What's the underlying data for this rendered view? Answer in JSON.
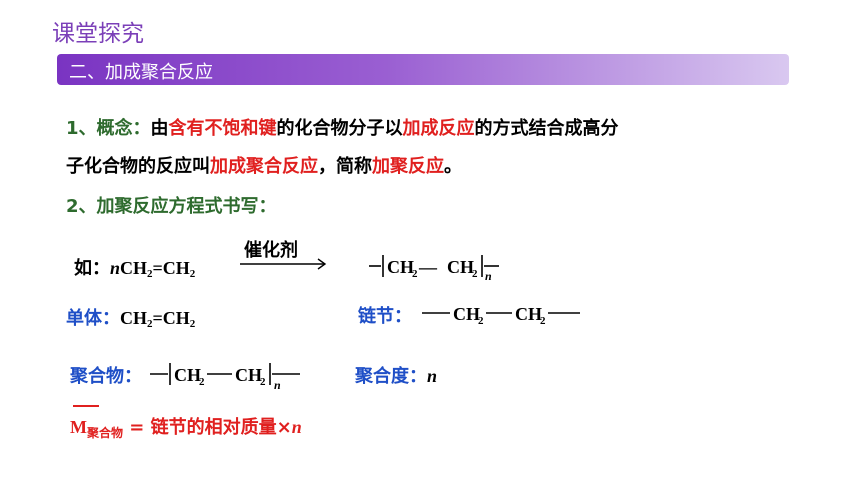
{
  "header": {
    "title": "课堂探究",
    "section": "二、加成聚合反应"
  },
  "concept": {
    "label": "1、概念：",
    "t1": "由",
    "h1": "含有不饱和键",
    "t2": "的化合物分子以",
    "h2": "加成反应",
    "t3": "的方式结合成高分",
    "t4": "子化合物的反应叫",
    "h3": "加成聚合反应",
    "t5": "，简称",
    "h4": "加聚反应",
    "t6": "。"
  },
  "writing": {
    "label": "2、加聚反应方程式书写："
  },
  "equation": {
    "prefix": "如：",
    "n": "n",
    "ch2": "CH",
    "sub2": "2",
    "eq": "=",
    "catalyst": "催化剂",
    "p_left": "CH",
    "p_dash": "—",
    "p_right": "CH",
    "p_n": "n"
  },
  "monomer": {
    "label": "单体：",
    "formula_a": "CH",
    "sub": "2",
    "eq": "=",
    "formula_b": "CH"
  },
  "unit": {
    "label": "链节：",
    "a": "CH",
    "sub": "2",
    "b": "CH"
  },
  "polymer": {
    "label": "聚合物：",
    "a": "CH",
    "sub": "2",
    "b": "CH",
    "n": "n"
  },
  "degree": {
    "label": "聚合度：",
    "n": "n"
  },
  "mass": {
    "m": "M",
    "sub": "聚合物",
    "rest": " = 链节的相对质量×",
    "n": "n"
  },
  "colors": {
    "purple": "#7b3fb8",
    "red": "#e0201f",
    "green": "#2e6b2e",
    "blue": "#1f4fc7"
  }
}
